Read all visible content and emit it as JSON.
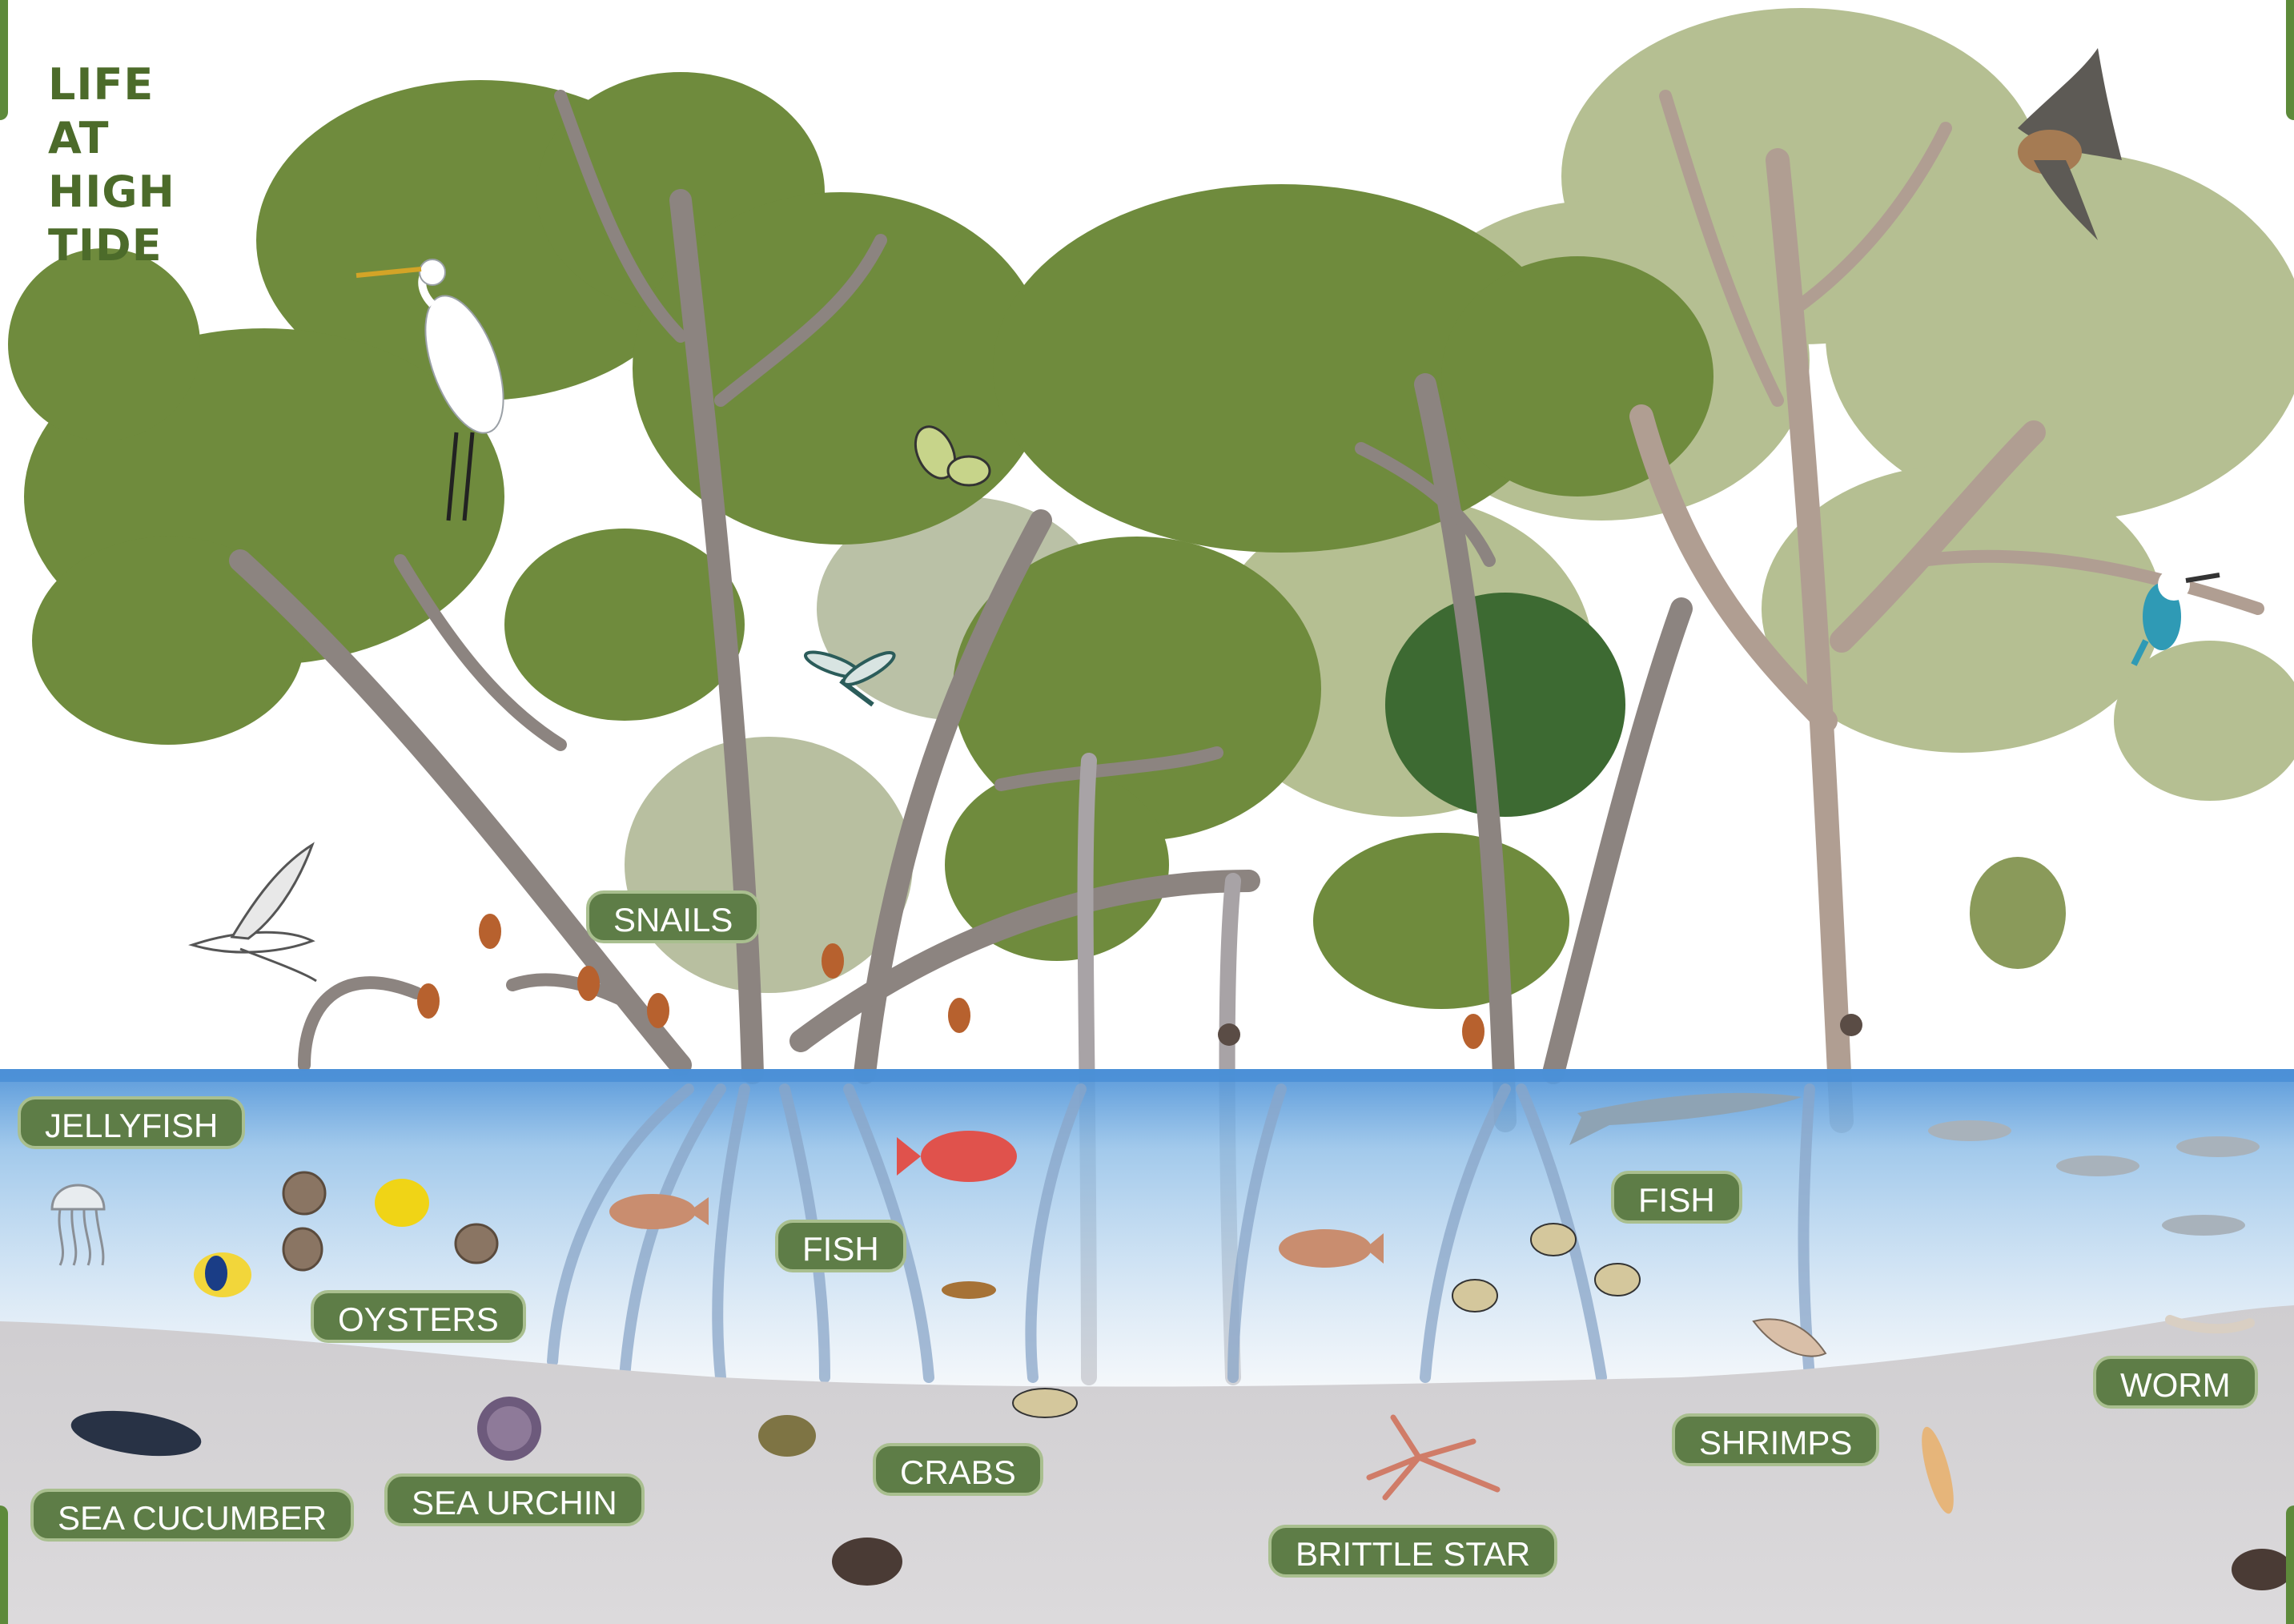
{
  "title": {
    "lines": [
      "LIFE",
      "AT",
      "HIGH",
      "TIDE"
    ],
    "color": "#4c6b2a"
  },
  "labels": {
    "snails": "SNAILS",
    "jellyfish": "JELLYFISH",
    "oysters": "OYSTERS",
    "fish_left": "FISH",
    "fish_right": "FISH",
    "crabs": "CRABS",
    "sea_cucumber": "SEA CUCUMBER",
    "sea_urchin": "SEA URCHIN",
    "brittle_star": "BRITTLE STAR",
    "shrimps": "SHRIMPS",
    "worm": "WORM"
  },
  "colors": {
    "label_fill": "#5e7d47",
    "label_border": "#a9bf8f",
    "canopy_dark": "#6e8a3c",
    "canopy_light": "#a9b67f",
    "trunk": "#8c8480",
    "water": "#7fb1e0",
    "sediment": "#d3d0d2"
  }
}
